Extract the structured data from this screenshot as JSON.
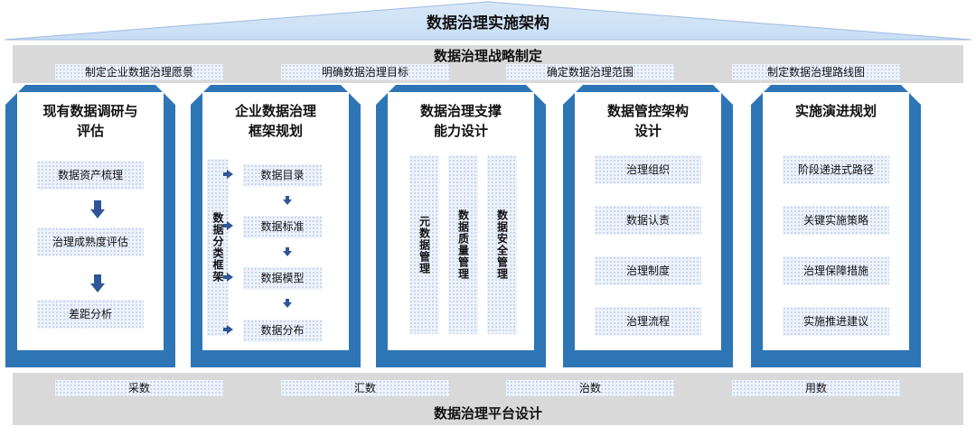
{
  "title": "数据治理实施架构",
  "strategy": {
    "title": "数据治理战略制定",
    "items": [
      "制定企业数据治理愿景",
      "明确数据治理目标",
      "确定数据治理范围",
      "制定数据治理路线图"
    ]
  },
  "columns": [
    {
      "title": "现有数据调研与\n评估",
      "items": [
        "数据资产梳理",
        "治理成熟度评估",
        "差距分析"
      ]
    },
    {
      "title": "企业数据治理\n框架规划",
      "side_label": "数据分类框架",
      "items": [
        "数据目录",
        "数据标准",
        "数据模型",
        "数据分布"
      ]
    },
    {
      "title": "数据治理支撑\n能力设计",
      "items": [
        "元数据管理",
        "数据质量管理",
        "数据安全管理"
      ]
    },
    {
      "title": "数据管控架构\n设计",
      "items": [
        "治理组织",
        "数据认责",
        "治理制度",
        "治理流程"
      ]
    },
    {
      "title": "实施演进规划",
      "items": [
        "阶段递进式路径",
        "关键实施策略",
        "治理保障措施",
        "实施推进建议"
      ]
    }
  ],
  "platform": {
    "title": "数据治理平台设计",
    "items": [
      "采数",
      "汇数",
      "治数",
      "用数"
    ]
  },
  "colors": {
    "pillar_blue": "#2e75b6",
    "arrow_blue": "#2f5597",
    "band_gray": "#d9d9d9"
  }
}
